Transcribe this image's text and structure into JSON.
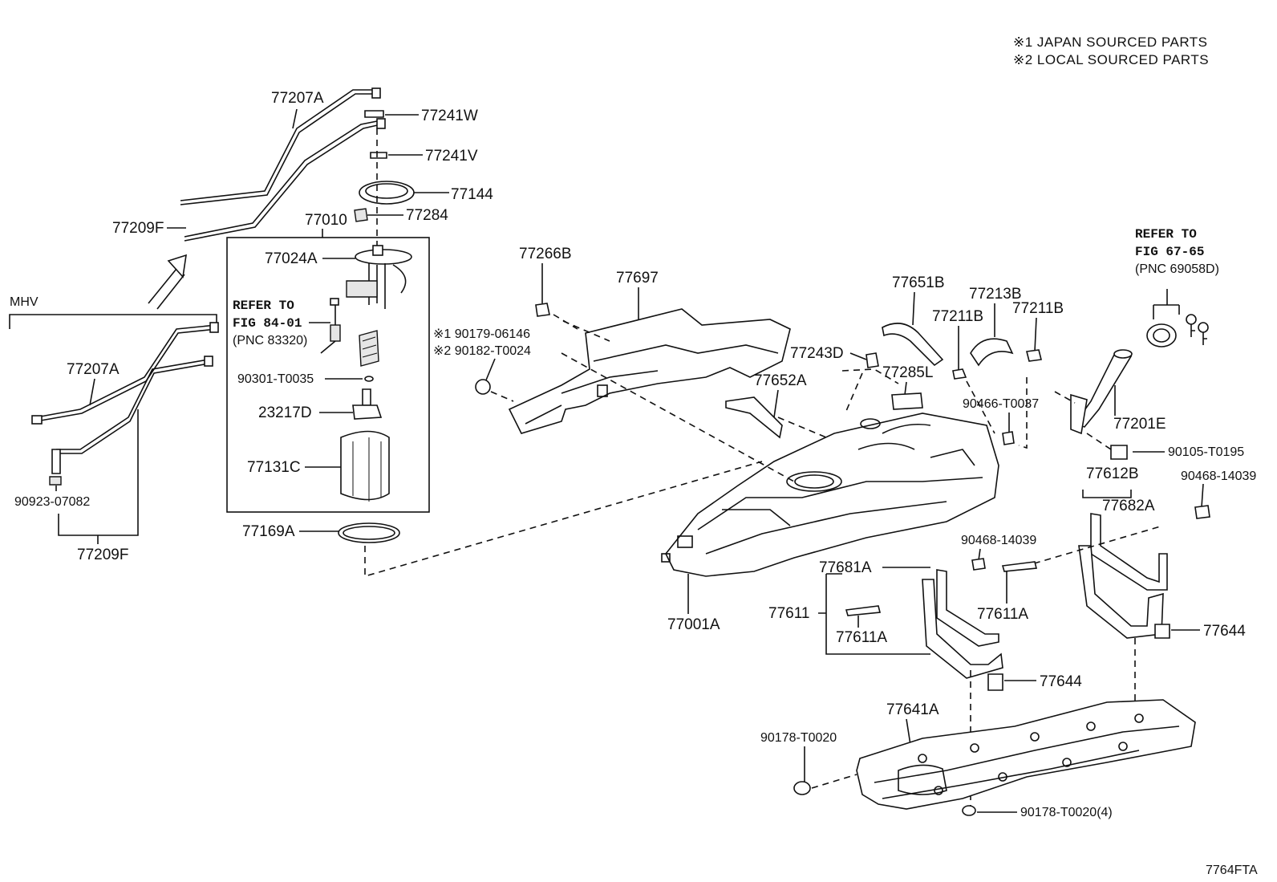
{
  "notes": {
    "japan": "※1 JAPAN SOURCED PARTS",
    "local": "※2 LOCAL SOURCED PARTS"
  },
  "figure_code": "7764FTA",
  "group_labels": {
    "mhv": "MHV"
  },
  "refs": {
    "fig84": {
      "line1": "REFER TO",
      "line2": "FIG 84-01",
      "line3": "(PNC 83320)"
    },
    "fig67": {
      "line1": "REFER TO",
      "line2": "FIG 67-65",
      "line3": "(PNC 69058D)"
    }
  },
  "parts": {
    "p77207A_top": "77207A",
    "p77241W": "77241W",
    "p77241V": "77241V",
    "p77144": "77144",
    "p77010": "77010",
    "p77284": "77284",
    "p77209F_top": "77209F",
    "p77024A": "77024A",
    "p77207A_mhv": "77207A",
    "p90923": "90923-07082",
    "p77209F_mhv": "77209F",
    "p90301": "90301-T0035",
    "p23217D": "23217D",
    "p77131C": "77131C",
    "p77169A": "77169A",
    "p77266B": "77266B",
    "p77697": "77697",
    "p90179": "※1 90179-06146",
    "p90182": "※2 90182-T0024",
    "p77651B": "77651B",
    "p77213B": "77213B",
    "p77211B_a": "77211B",
    "p77211B_b": "77211B",
    "p77243D": "77243D",
    "p77285L": "77285L",
    "p77652A": "77652A",
    "p90466": "90466-T0037",
    "p77201E": "77201E",
    "p90105": "90105-T0195",
    "p77612B": "77612B",
    "p90468_a": "90468-14039",
    "p77682A": "77682A",
    "p90468_b": "90468-14039",
    "p77681A": "77681A",
    "p77611": "77611",
    "p77611A_a": "77611A",
    "p77611A_b": "77611A",
    "p77001A": "77001A",
    "p77644_a": "77644",
    "p77644_b": "77644",
    "p77641A": "77641A",
    "p90178_a": "90178-T0020",
    "p90178_b": "90178-T0020(4)"
  }
}
